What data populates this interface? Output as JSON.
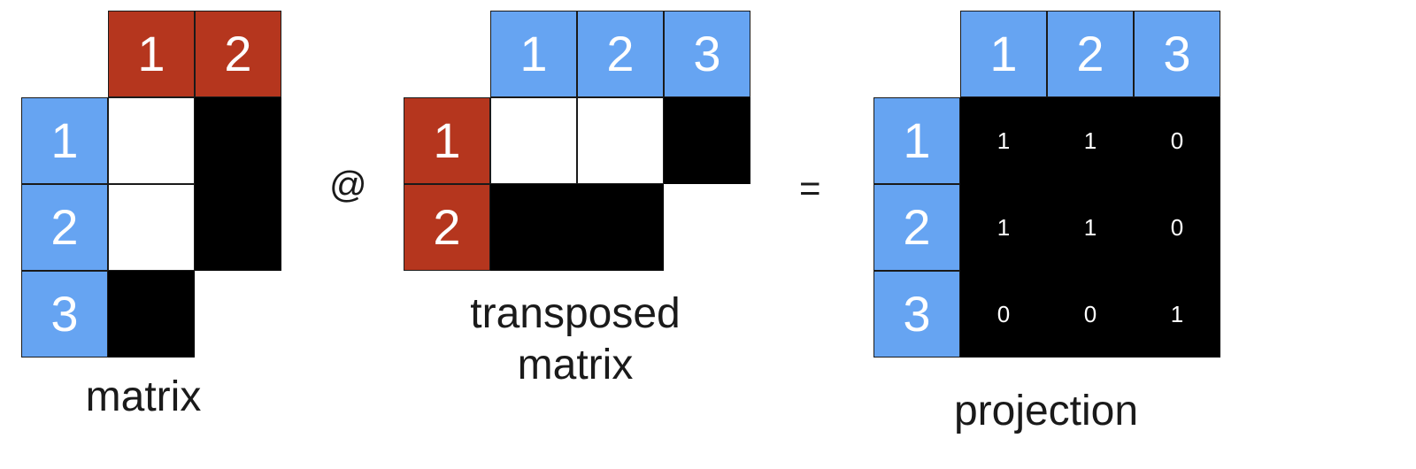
{
  "matrix": {
    "col_headers": [
      "1",
      "2"
    ],
    "row_headers": [
      "1",
      "2",
      "3"
    ],
    "cells": [
      [
        "white",
        "black"
      ],
      [
        "white",
        "black"
      ],
      [
        "black",
        ""
      ]
    ],
    "label": "matrix"
  },
  "operator_matmul": "@",
  "transposed": {
    "col_headers": [
      "1",
      "2",
      "3"
    ],
    "row_headers": [
      "1",
      "2"
    ],
    "cells": [
      [
        "white",
        "white",
        "black"
      ],
      [
        "black",
        "black",
        ""
      ]
    ],
    "label_line1": "transposed",
    "label_line2": "matrix"
  },
  "operator_equals": "=",
  "projection": {
    "col_headers": [
      "1",
      "2",
      "3"
    ],
    "row_headers": [
      "1",
      "2",
      "3"
    ],
    "values": [
      [
        "1",
        "1",
        "0"
      ],
      [
        "1",
        "1",
        "0"
      ],
      [
        "0",
        "0",
        "1"
      ]
    ],
    "label": "projection"
  },
  "colors": {
    "header_blue": "#66a4f2",
    "header_red": "#b5361e",
    "filled": "#000000",
    "empty": "#ffffff"
  }
}
